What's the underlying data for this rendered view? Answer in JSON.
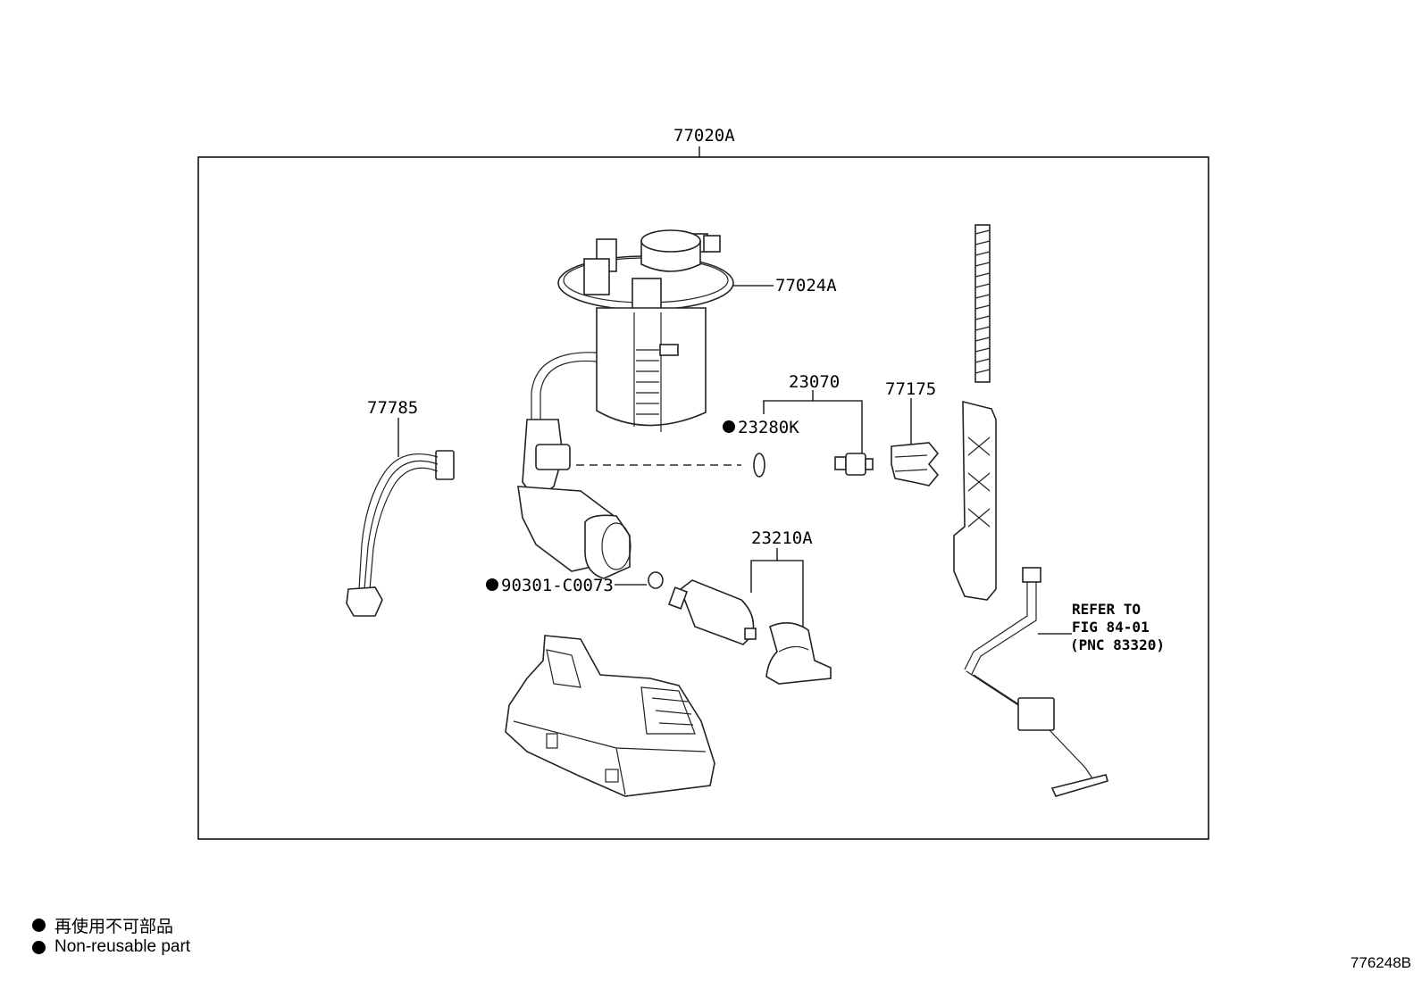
{
  "diagram": {
    "group_label": "77020A",
    "parts": {
      "p77024a": "77024A",
      "p23070": "23070",
      "p77175": "77175",
      "p77785": "77785",
      "p23280k": "23280K",
      "p23210a": "23210A",
      "p90301": "90301-C0073"
    },
    "refer": {
      "line1": "REFER TO",
      "line2": "FIG 84-01",
      "line3": "(PNC 83320)"
    }
  },
  "legend": {
    "items": [
      {
        "icon": "filled-circle-icon",
        "text": "再使用不可部品"
      },
      {
        "icon": "filled-circle-icon",
        "text": "Non-reusable part"
      }
    ]
  },
  "figure_id": "776248B"
}
